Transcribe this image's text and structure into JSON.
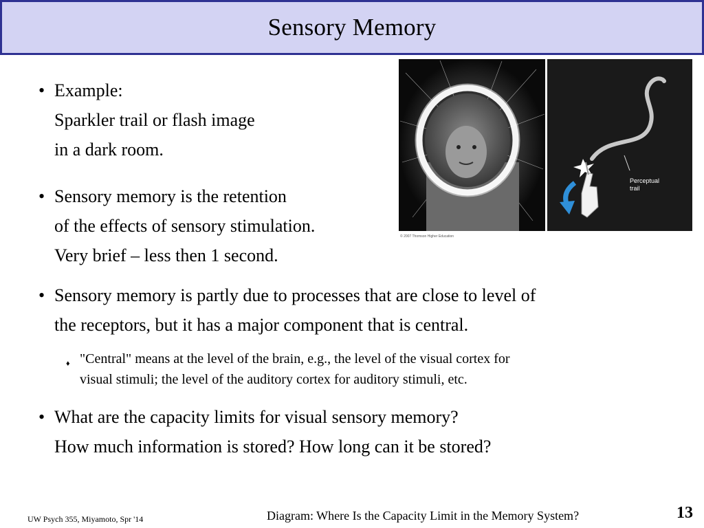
{
  "slide": {
    "title": "Sensory Memory"
  },
  "bullets": [
    {
      "marker": "•",
      "lines": [
        "Example:",
        "Sparkler trail or flash image",
        "in a dark room."
      ]
    },
    {
      "marker": "•",
      "lines": [
        "Sensory memory is the retention",
        "of the effects of sensory stimulation.",
        "Very brief – less then 1 second."
      ]
    },
    {
      "marker": "•",
      "lines": [
        "Sensory memory is partly due to processes that are close to level of",
        "the receptors, but it has a major component that is central."
      ]
    },
    {
      "marker": "•",
      "lines": [
        "What are the capacity limits for visual sensory memory?",
        "How much information is stored? How long can it be stored?"
      ]
    }
  ],
  "sub_bullet": {
    "marker": "♦",
    "lines": [
      "\"Central\" means at the level of the brain, e.g., the level of the visual cortex for",
      "visual stimuli; the level of the auditory cortex for auditory stimuli, etc."
    ]
  },
  "figure": {
    "label": "Perceptual\ntrail",
    "label_line1": "Perceptual",
    "label_line2": "trail",
    "credit": "© 2007 Thomson Higher Education",
    "arrow_color": "#2f8fd8",
    "icons": [
      "sparkler-ring-photo",
      "sparkler-trail-illustration",
      "hand-icon",
      "curved-arrow-icon"
    ]
  },
  "footer": {
    "course": "UW Psych 355, Miyamoto, Spr '14",
    "caption": "Diagram: Where Is the Capacity Limit in the Memory System?",
    "page_number": "13"
  },
  "colors": {
    "title_bg": "#d3d3f3",
    "title_border": "#2e3192"
  }
}
